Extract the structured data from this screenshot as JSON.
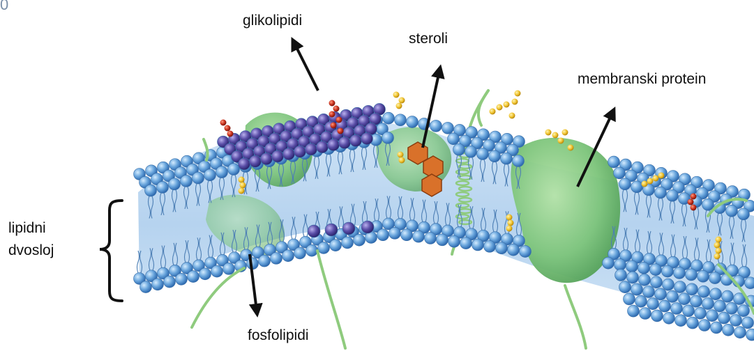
{
  "page_number": "0",
  "labels": {
    "glycolipids": "glikolipidi",
    "sterols": "steroli",
    "membrane_protein": "membranski protein",
    "bilayer_line1": "lipidni",
    "bilayer_line2": "dvosloj",
    "phospholipids": "fosfolipidi"
  },
  "colors": {
    "phospholipid_head": "#6aa6dd",
    "glycolipid_head": "#5b4fa8",
    "sterol": "#d9712a",
    "protein": "#7cc47a",
    "sugar_yellow": "#f0c431",
    "sugar_red": "#c8321e",
    "helix": "#8fcb7e"
  }
}
